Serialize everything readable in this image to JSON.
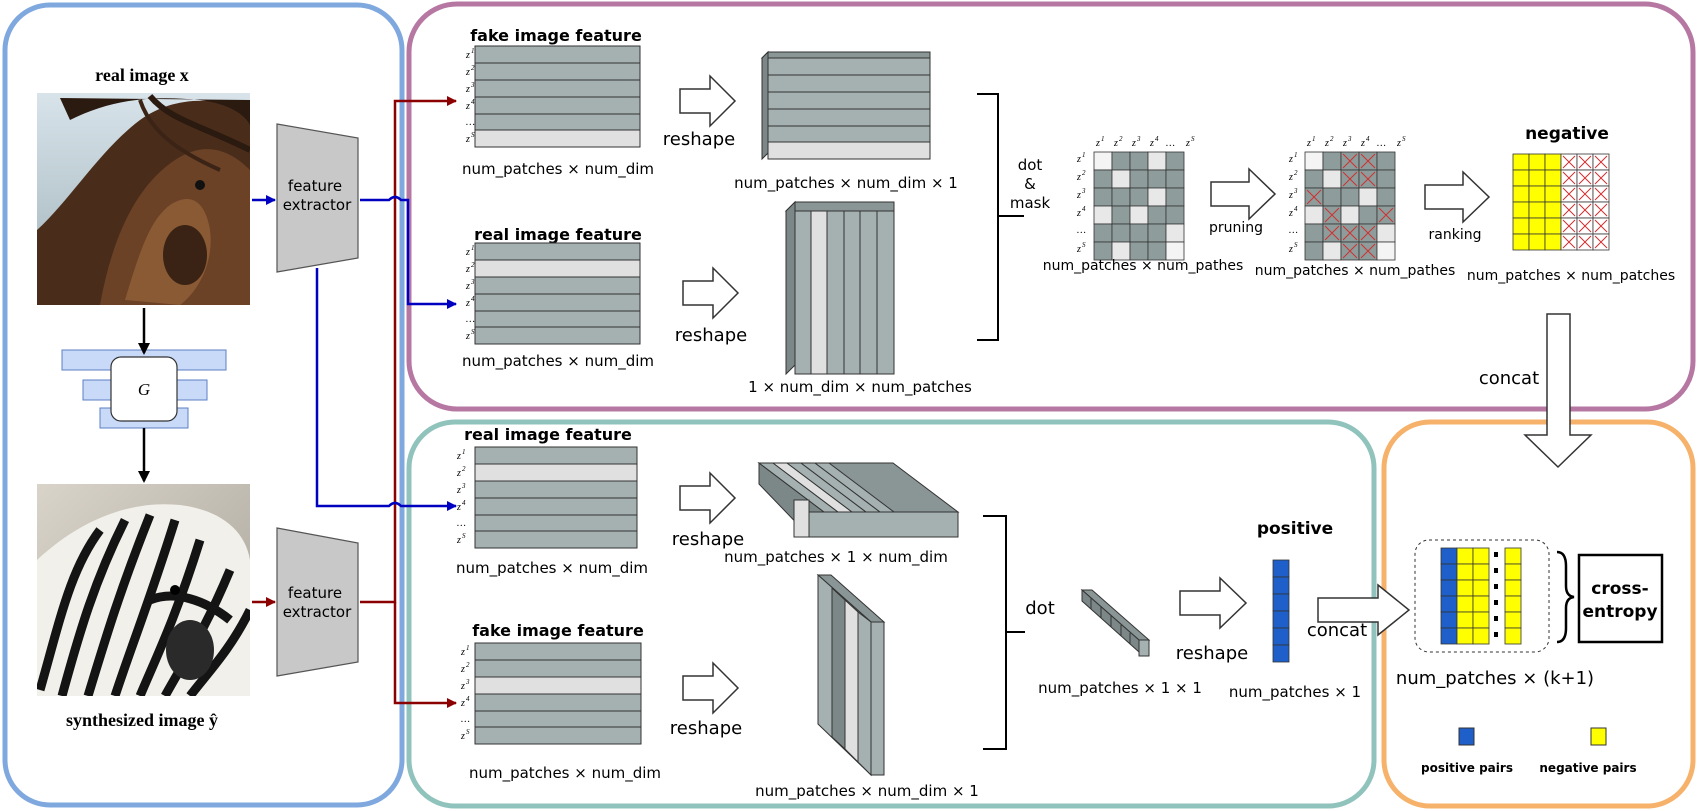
{
  "left_panel": {
    "real_image_title": "real image x",
    "synth_image_title": "synthesized image ŷ",
    "generator": "G",
    "extractor_top": [
      "feature",
      "extractor"
    ],
    "extractor_bottom": [
      "feature",
      "extractor"
    ]
  },
  "negative_panel": {
    "fake_feature_title": "fake image feature",
    "real_feature_title": "real image feature",
    "fake_dims": "num_patches × num_dim",
    "real_dims": "num_patches × num_dim",
    "reshape_1": "reshape",
    "reshape_2": "reshape",
    "reshaped_fake_dims": "num_patches × num_dim × 1",
    "reshaped_real_dims": "1  × num_dim × num_patches",
    "dot_mask": [
      "dot",
      "&",
      "mask"
    ],
    "matrix_dims": "num_patches × num_pathes",
    "pruning": "pruning",
    "pruned_dims": "num_patches × num_pathes",
    "ranking": "ranking",
    "negative_title": "negative",
    "negative_dims": "num_patches × num_patches",
    "concat_label": "concat"
  },
  "positive_panel": {
    "real_feature_title": "real image feature",
    "fake_feature_title": "fake image feature",
    "real_dims": "num_patches × num_dim",
    "fake_dims": "num_patches × num_dim",
    "reshape_1": "reshape",
    "reshape_2": "reshape",
    "reshape_3": "reshape",
    "reshaped_real_dims": "num_patches  × 1 × num_dim",
    "reshaped_fake_dims": "num_patches × num_dim × 1",
    "dot": "dot",
    "dot_dims": "num_patches × 1 × 1",
    "positive_title": "positive",
    "positive_dims": "num_patches  × 1",
    "concat_label": "concat"
  },
  "loss_panel": {
    "cross_entropy": [
      "cross-",
      "entropy"
    ],
    "output_dims": "num_patches × (k+1)",
    "legend_positive": "positive pairs",
    "legend_negative": "negative pairs"
  },
  "row_labels": [
    "z",
    "z",
    "z",
    "z",
    "…",
    "z"
  ],
  "row_superscripts": [
    "1",
    "2",
    "3",
    "4",
    "",
    "S"
  ],
  "col_labels": [
    "z",
    "z",
    "z",
    "z",
    "…",
    "z"
  ],
  "colors": {
    "left_border": "#7fa8df",
    "neg_border": "#b678a3",
    "pos_border": "#91c3bd",
    "loss_border": "#f6b26b",
    "feature_dark": "#a5b1b1",
    "feature_light": "#e0e0e0",
    "positive_blue": "#1f5fc9",
    "negative_yellow": "#ffff00",
    "arrow_blue": "#0000c0",
    "arrow_red": "#8b0000"
  }
}
